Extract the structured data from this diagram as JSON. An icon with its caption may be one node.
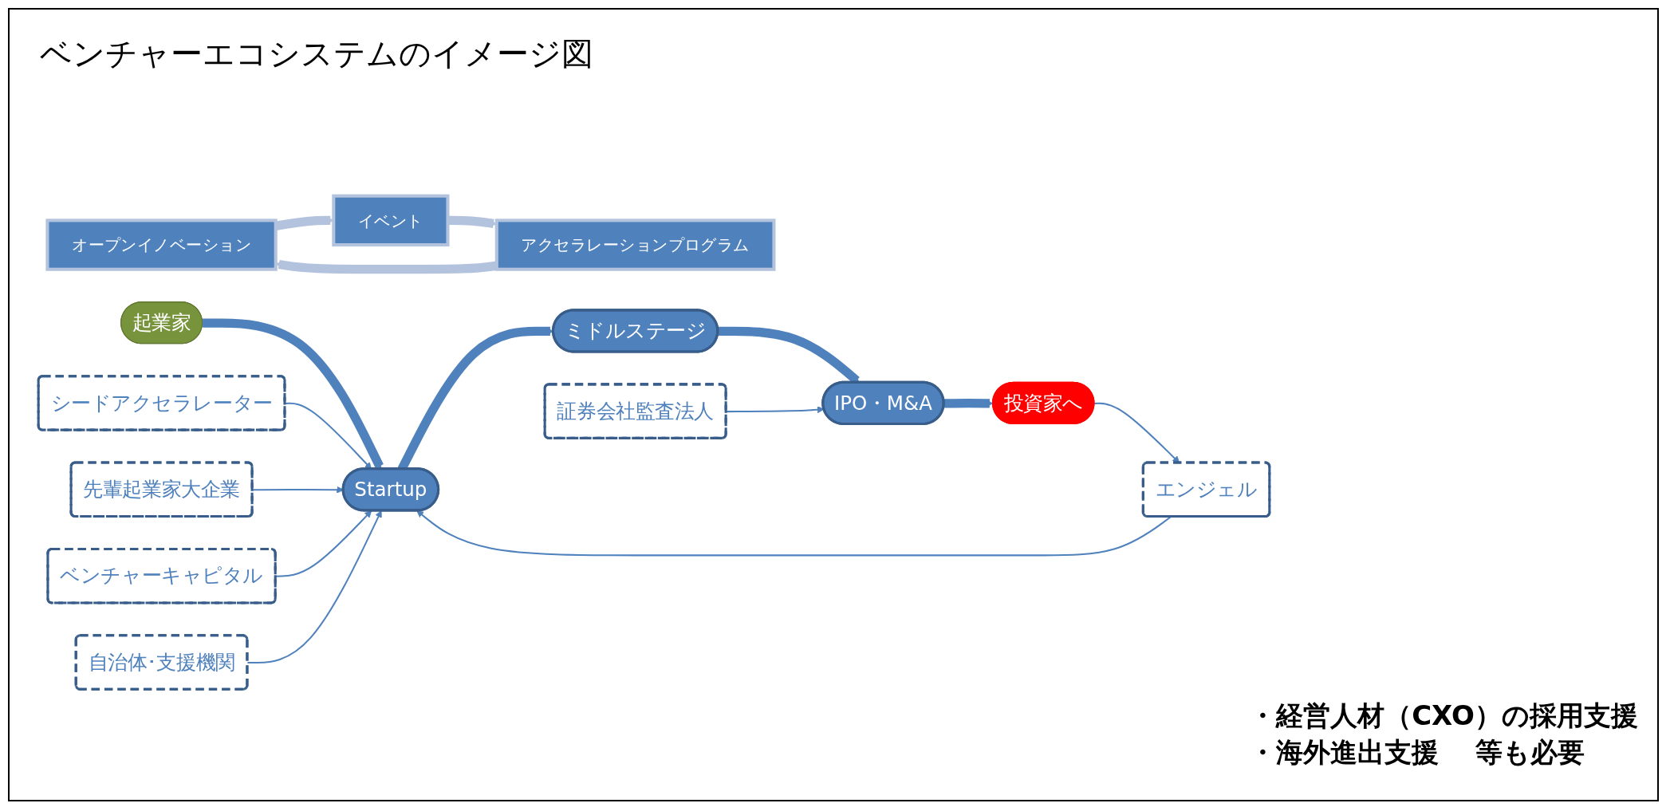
{
  "diagram": {
    "title": "ベンチャーエコシステムのイメージ図",
    "nodes": [
      {
        "text": [
          "起業家"
        ]
      },
      {
        "text": [
          "Startup"
        ]
      },
      {
        "text": [
          "ミドルステージ"
        ]
      },
      {
        "text": [
          "IPO・M&A"
        ]
      },
      {
        "text": [
          "投資家へ"
        ]
      },
      {
        "text": [
          "エンジェル"
        ]
      },
      {
        "text": [
          "シードアクセラレーター"
        ]
      },
      {
        "text": [
          "先輩起業家大企業"
        ]
      },
      {
        "text": [
          "ベンチャーキャピタル"
        ]
      },
      {
        "text": [
          "自治体･支援機関"
        ]
      },
      {
        "text": [
          "証券会社監査法人"
        ]
      },
      {
        "text": [
          "オープンイノベーション"
        ]
      },
      {
        "text": [
          "イベント"
        ]
      },
      {
        "text": [
          "アクセラレーションプログラム"
        ]
      }
    ],
    "edges": [
      {
        "from": 0,
        "to": 1,
        "arrow": "to",
        "style": "thick"
      },
      {
        "from": 1,
        "to": 2,
        "arrow": "to",
        "style": "thick"
      },
      {
        "from": 2,
        "to": 3,
        "arrow": "to",
        "style": "thick"
      },
      {
        "from": 3,
        "to": 4,
        "arrow": "to",
        "style": "thick"
      },
      {
        "from": 4,
        "to": 5,
        "arrow": "to"
      },
      {
        "from": 5,
        "to": 1,
        "arrow": "to"
      },
      {
        "from": 6,
        "to": 1,
        "arrow": "to"
      },
      {
        "from": 7,
        "to": 1,
        "arrow": "to"
      },
      {
        "from": 8,
        "to": 1,
        "arrow": "to"
      },
      {
        "from": 9,
        "to": 1,
        "arrow": "to"
      },
      {
        "from": 10,
        "to": 3,
        "arrow": "to"
      },
      {
        "from": 11,
        "to": 12,
        "arrow": "to",
        "style": "thick",
        "color": "#b4c3dd"
      },
      {
        "from": 12,
        "to": 13,
        "arrow": "to",
        "style": "thick",
        "color": "#b4c3dd"
      },
      {
        "from": 13,
        "to": 11,
        "arrow": "to",
        "style": "thick",
        "color": "#b4c3dd"
      }
    ],
    "labels": [
      "・経営人材（CXO）の採用支援",
      "・海外進出支援　 等も必要"
    ]
  }
}
